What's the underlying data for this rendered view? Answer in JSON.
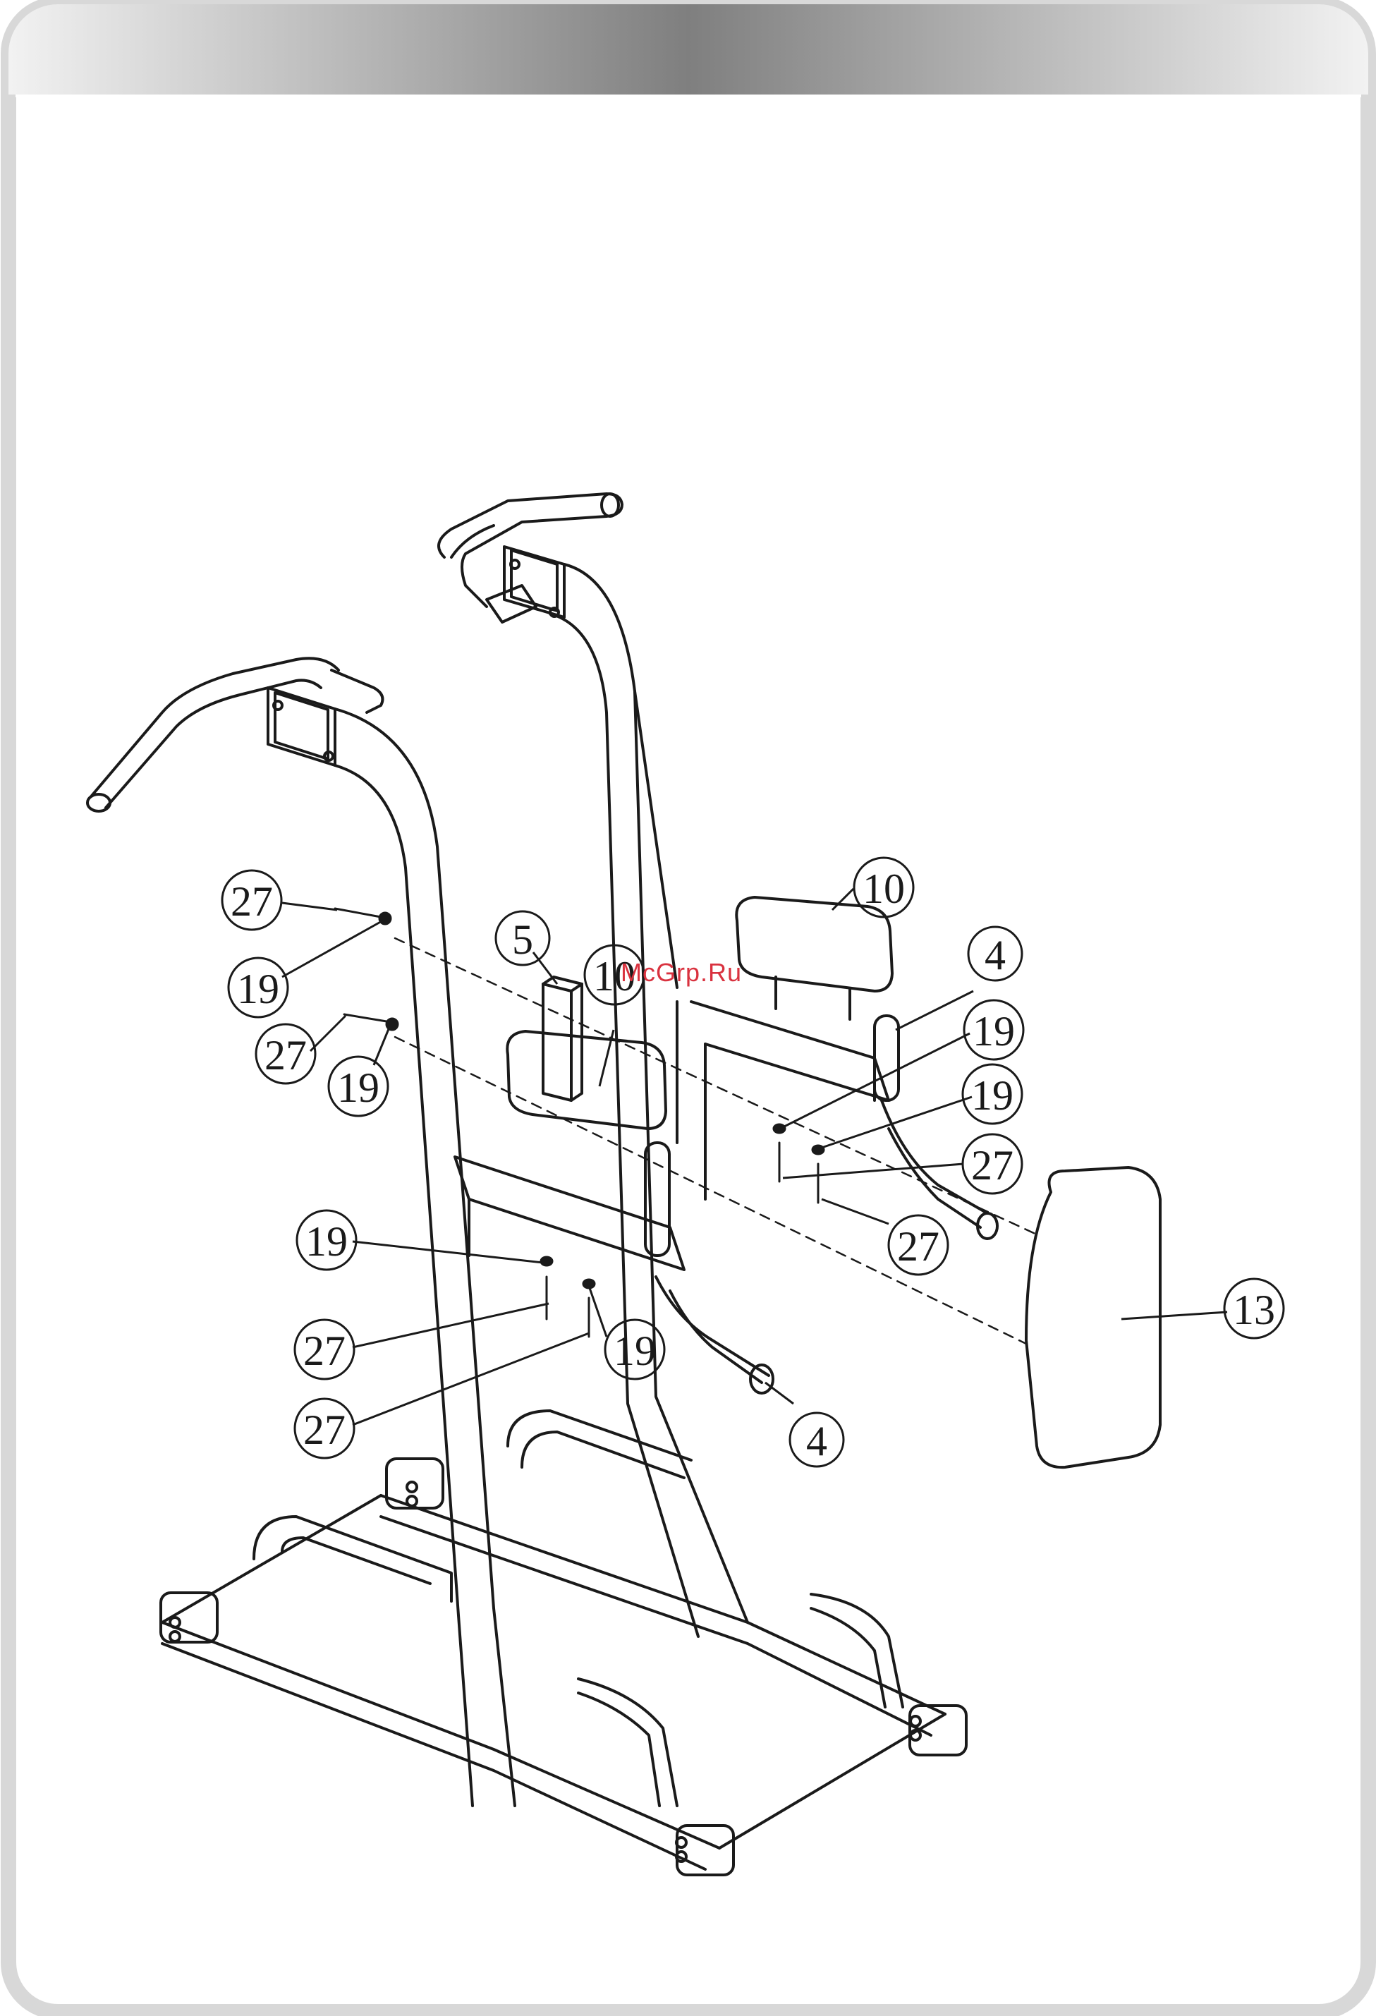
{
  "watermark": "McGrp.Ru",
  "callouts": [
    {
      "id": "c27a",
      "label": "27"
    },
    {
      "id": "c19a",
      "label": "19"
    },
    {
      "id": "c27b",
      "label": "27"
    },
    {
      "id": "c19b",
      "label": "19"
    },
    {
      "id": "c5",
      "label": "5"
    },
    {
      "id": "c10a",
      "label": "10"
    },
    {
      "id": "c10b",
      "label": "10"
    },
    {
      "id": "c4a",
      "label": "4"
    },
    {
      "id": "c19c",
      "label": "19"
    },
    {
      "id": "c19d",
      "label": "19"
    },
    {
      "id": "c27c",
      "label": "27"
    },
    {
      "id": "c27d",
      "label": "27"
    },
    {
      "id": "c13",
      "label": "13"
    },
    {
      "id": "c19e",
      "label": "19"
    },
    {
      "id": "c27e",
      "label": "27"
    },
    {
      "id": "c19f",
      "label": "19"
    },
    {
      "id": "c27f",
      "label": "27"
    },
    {
      "id": "c4b",
      "label": "4"
    }
  ],
  "colors": {
    "frame_stroke": "#d8d8d8",
    "header_dark": "#7f7f7f",
    "header_light": "#f2f2f2",
    "line": "#1a1a1a",
    "watermark": "#d9323f"
  }
}
